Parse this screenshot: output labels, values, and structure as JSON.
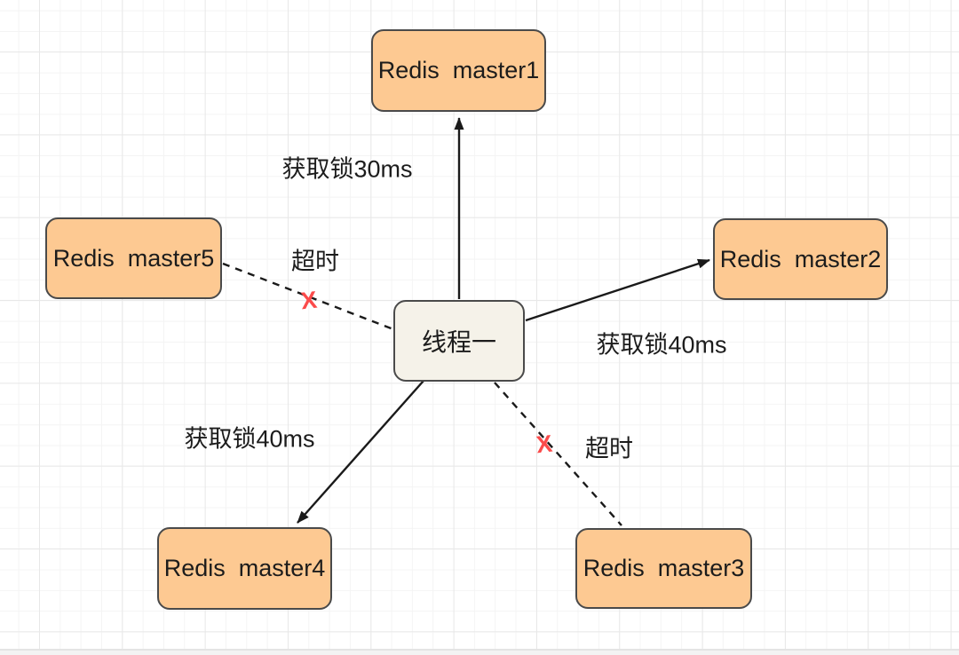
{
  "diagram": {
    "nodes": [
      {
        "id": "redis-master1",
        "label": "Redis  master1"
      },
      {
        "id": "redis-master2",
        "label": "Redis  master2"
      },
      {
        "id": "redis-master3",
        "label": "Redis  master3"
      },
      {
        "id": "redis-master4",
        "label": "Redis  master4"
      },
      {
        "id": "redis-master5",
        "label": "Redis  master5"
      },
      {
        "id": "thread-1",
        "label": "线程一"
      }
    ],
    "edges": [
      {
        "from": "thread-1",
        "to": "redis-master1",
        "label": "获取锁30ms",
        "style": "solid-arrow"
      },
      {
        "from": "thread-1",
        "to": "redis-master2",
        "label": "获取锁40ms",
        "style": "solid-arrow"
      },
      {
        "from": "thread-1",
        "to": "redis-master4",
        "label": "获取锁40ms",
        "style": "solid-arrow"
      },
      {
        "from": "redis-master5",
        "to": "thread-1",
        "label": "超时",
        "style": "dashed",
        "status_icon": "X"
      },
      {
        "from": "thread-1",
        "to": "redis-master3",
        "label": "超时",
        "style": "dashed",
        "status_icon": "X"
      }
    ],
    "colors": {
      "node_fill": "#fdc992",
      "node_border": "#4a4a4a",
      "thread_fill": "#f5f2e9",
      "edge_stroke": "#1a1a1a",
      "fail_x": "#fb4b4b",
      "grid_minor": "#f4f4f4",
      "grid_major": "#e8e8e8"
    }
  }
}
